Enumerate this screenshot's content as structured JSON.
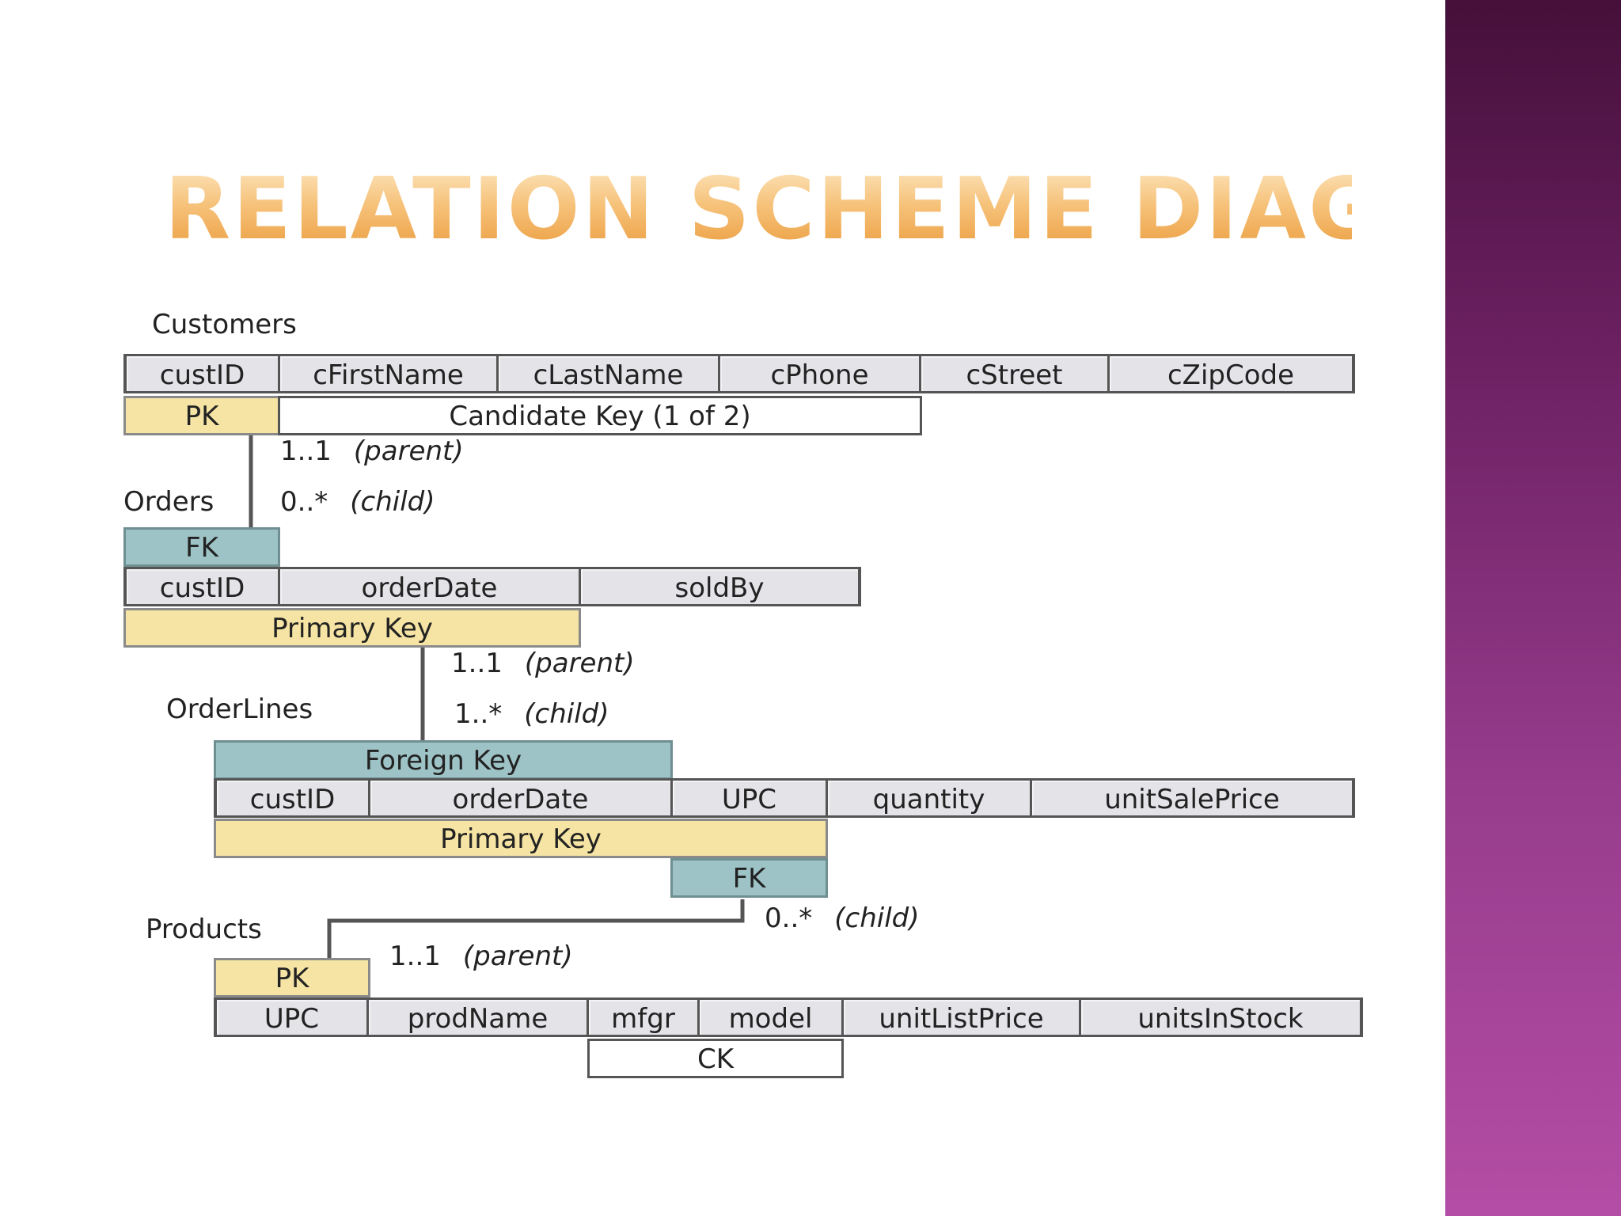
{
  "slide": {
    "title": "RELATION SCHEME DIAGRAM",
    "accent_color": "#973c8d",
    "title_color": "#f0a94a"
  },
  "diagram": {
    "colors": {
      "primary_key": "#f6e4a4",
      "foreign_key": "#9ec3c6",
      "attribute": "#e4e3e8",
      "line": "#555555"
    },
    "customers": {
      "name": "Customers",
      "columns": [
        "custID",
        "cFirstName",
        "cLastName",
        "cPhone",
        "cStreet",
        "cZipCode"
      ],
      "pk_label": "PK",
      "ck_label": "Candidate Key (1 of 2)"
    },
    "orders": {
      "name": "Orders",
      "columns": [
        "custID",
        "orderDate",
        "soldBy"
      ],
      "fk_label": "FK",
      "pk_label": "Primary Key"
    },
    "order_lines": {
      "name": "OrderLines",
      "columns": [
        "custID",
        "orderDate",
        "UPC",
        "quantity",
        "unitSalePrice"
      ],
      "fk_label": "Foreign Key",
      "pk_label": "Primary Key",
      "fk2_label": "FK"
    },
    "products": {
      "name": "Products",
      "columns": [
        "UPC",
        "prodName",
        "mfgr",
        "model",
        "unitListPrice",
        "unitsInStock"
      ],
      "pk_label": "PK",
      "ck_label": "CK"
    },
    "relationships": [
      {
        "parent_mult": "1..1",
        "parent_role": "(parent)",
        "child_mult": "0..*",
        "child_role": "(child)"
      },
      {
        "parent_mult": "1..1",
        "parent_role": "(parent)",
        "child_mult": "1..*",
        "child_role": "(child)"
      },
      {
        "parent_mult": "1..1",
        "parent_role": "(parent)",
        "child_mult": "0..*",
        "child_role": "(child)"
      }
    ]
  }
}
